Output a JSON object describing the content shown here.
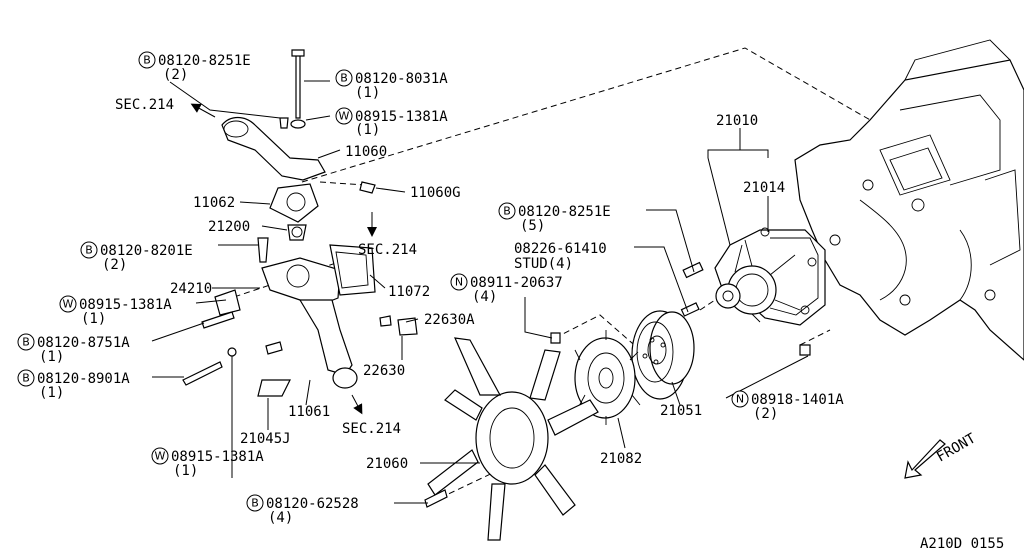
{
  "figure_code": "A210D 0155",
  "front_label": "FRONT",
  "section_refs": [
    "SEC.214",
    "SEC.214",
    "SEC.214"
  ],
  "labels": {
    "bolt_8251_top": {
      "prefix": "B",
      "part": "08120-8251E",
      "qty": "(2)"
    },
    "bolt_8031": {
      "prefix": "B",
      "part": "08120-8031A",
      "qty": "(1)"
    },
    "washer_1381_top": {
      "prefix": "W",
      "part": "08915-1381A",
      "qty": "(1)"
    },
    "p11060": {
      "part": "11060"
    },
    "p11062": {
      "part": "11062"
    },
    "p11060g": {
      "part": "11060G"
    },
    "p21200": {
      "part": "21200"
    },
    "bolt_8201": {
      "prefix": "B",
      "part": "08120-8201E",
      "qty": "(2)"
    },
    "p24210": {
      "part": "24210"
    },
    "washer_1381_mid": {
      "prefix": "W",
      "part": "08915-1381A",
      "qty": "(1)"
    },
    "bolt_8751": {
      "prefix": "B",
      "part": "08120-8751A",
      "qty": "(1)"
    },
    "p11072": {
      "part": "11072"
    },
    "p22630a": {
      "part": "22630A"
    },
    "p22630": {
      "part": "22630"
    },
    "bolt_8901": {
      "prefix": "B",
      "part": "08120-8901A",
      "qty": "(1)"
    },
    "p11061": {
      "part": "11061"
    },
    "p21045j": {
      "part": "21045J"
    },
    "washer_1381_low": {
      "prefix": "W",
      "part": "08915-1381A",
      "qty": "(1)"
    },
    "p21060": {
      "part": "21060"
    },
    "bolt_62528": {
      "prefix": "B",
      "part": "08120-62528",
      "qty": "(4)"
    },
    "p21082": {
      "part": "21082"
    },
    "p21051": {
      "part": "21051"
    },
    "nut_20637": {
      "prefix": "N",
      "part": "08911-20637",
      "qty": "(4)"
    },
    "stud_61410": {
      "part": "08226-61410",
      "qty": "STUD(4)"
    },
    "bolt_8251_pump": {
      "prefix": "B",
      "part": "08120-8251E",
      "qty": "(5)"
    },
    "p21010": {
      "part": "21010"
    },
    "p21014": {
      "part": "21014"
    },
    "nut_1401": {
      "prefix": "N",
      "part": "08918-1401A",
      "qty": "(2)"
    }
  }
}
